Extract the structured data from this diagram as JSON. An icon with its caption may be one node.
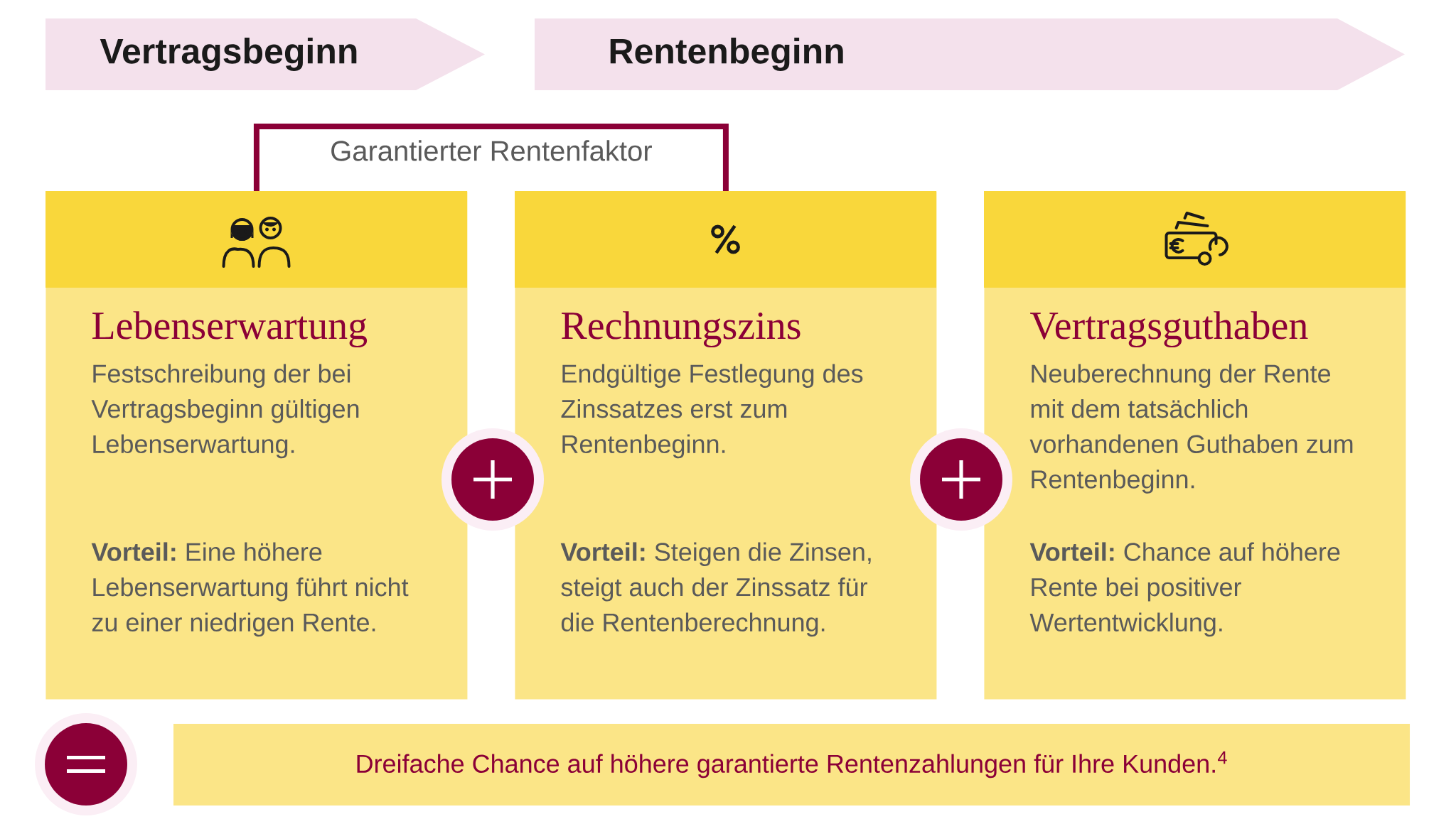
{
  "diagram": {
    "nodes": [
      {
        "text": [
          "Vertragsbeginn"
        ]
      },
      {
        "text": [
          "Rentenbeginn"
        ]
      },
      {
        "text": [
          "Lebenserwartung",
          "Festschreibung der bei Vertragsbeginn gültigen Lebenserwartung.",
          "**Vorteil:** Eine höhere Lebenserwartung führt nicht zu einer niedrigen Rente."
        ]
      },
      {
        "text": [
          "Rechnungszins",
          "Endgültige Festlegung des Zinssatzes erst zum Rentenbeginn.",
          "**Vorteil:** Steigen die Zinsen, steigt auch der Zinssatz für die Rentenberechnung."
        ]
      },
      {
        "text": [
          "Vertragsguthaben",
          "Neuberechnung der Rente mit dem tatsächlich vorhandenen Guthaben zum Rentenbeginn.",
          "**Vorteil:** Chance auf höhere Rente bei positiver Wertentwicklung."
        ]
      },
      {
        "text": [
          "Dreifache Chance auf höhere garantierte Rentenzahlungen für Ihre Kunden.$^{4}$"
        ]
      }
    ],
    "edges": [
      {
        "from": 2,
        "to": 3,
        "arrow": "none",
        "label": "Garantierter Rentenfaktor"
      }
    ]
  }
}
